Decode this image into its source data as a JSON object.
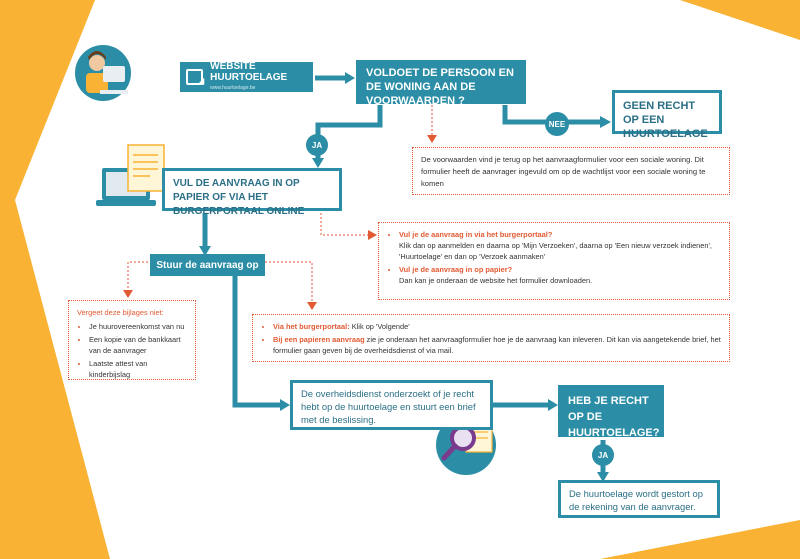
{
  "header": {
    "website_label": "WEBSITE HUURTOELAGE",
    "website_sub": "www.huurtoelage.be"
  },
  "flow": {
    "question1": "VOLDOET DE PERSOON EN DE WONING AAN DE VOORWAARDEN ?",
    "no_label": "NEE",
    "yes_label": "JA",
    "no_result": "GEEN RECHT OP EEN HUURTOELAGE",
    "conditions_note": "De voorwaarden vind je terug op het aanvraagformulier voor een sociale woning. Dit formulier heeft de aanvrager ingevuld om op de wachtlijst voor een sociale woning te komen",
    "fill_in": "VUL DE AANVRAAG IN OP PAPIER OF VIA HET BURGERPORTAAL ONLINE",
    "how_to": {
      "item1_title": "Vul je de aanvraag in via het burgerportaal?",
      "item1_text": "Klik dan op aanmelden en daarna op 'Mijn Verzoeken', daarna op 'Een nieuw verzoek indienen', 'Huurtoelage' en dan op 'Verzoek aanmaken'",
      "item2_title": "Vul je de aanvraag in op papier?",
      "item2_text": "Dan kan je onderaan de website het formulier downloaden."
    },
    "send": "Stuur de aanvraag op",
    "attachments": {
      "title": "Vergeet deze bijlages niet:",
      "items": [
        "Je huurovereenkomst van nu",
        "Een kopie van de bankkaart van de aanvrager",
        "Laatste attest van kinderbijslag"
      ]
    },
    "send_note": {
      "portal_title": "Via het burgerportaal:",
      "portal_text": "Klik op 'Volgende'",
      "paper_title": "Bij een papieren aanvraag",
      "paper_text": "zie je onderaan het aanvraagformulier hoe je de aanvraag kan inleveren.  Dit kan via aangetekende brief, het formulier gaan geven bij de overheidsdienst of via mail."
    },
    "review": "De overheidsdienst onderzoekt of je recht hebt op de huurtoelage en stuurt een brief met de beslissing.",
    "question2": "HEB JE RECHT OP DE HUURTOELAGE?",
    "yes_label2": "JA",
    "final": "De huurtoelage wordt gestort op de rekening van de aanvrager."
  },
  "colors": {
    "accent": "#2b8ea6",
    "dotted": "#e25a33",
    "background": "#f9b233"
  }
}
